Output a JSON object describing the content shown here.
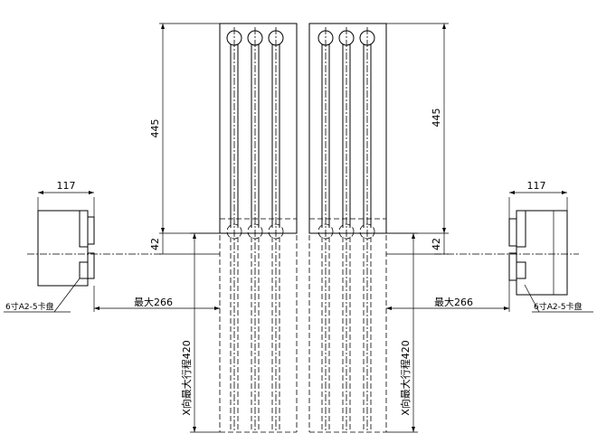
{
  "dimensions": {
    "chuck_width_left": "117",
    "chuck_width_right": "117",
    "height_left": "445",
    "height_right": "445",
    "offset_left": "42",
    "offset_right": "42",
    "max_travel_left": "最大266",
    "max_travel_right": "最大266",
    "x_stroke_left": "X向最大行程420",
    "x_stroke_right": "X向最大行程420"
  },
  "labels": {
    "chuck_left": "6寸A2-5卡盘",
    "chuck_right": "6寸A2-5卡盘"
  }
}
